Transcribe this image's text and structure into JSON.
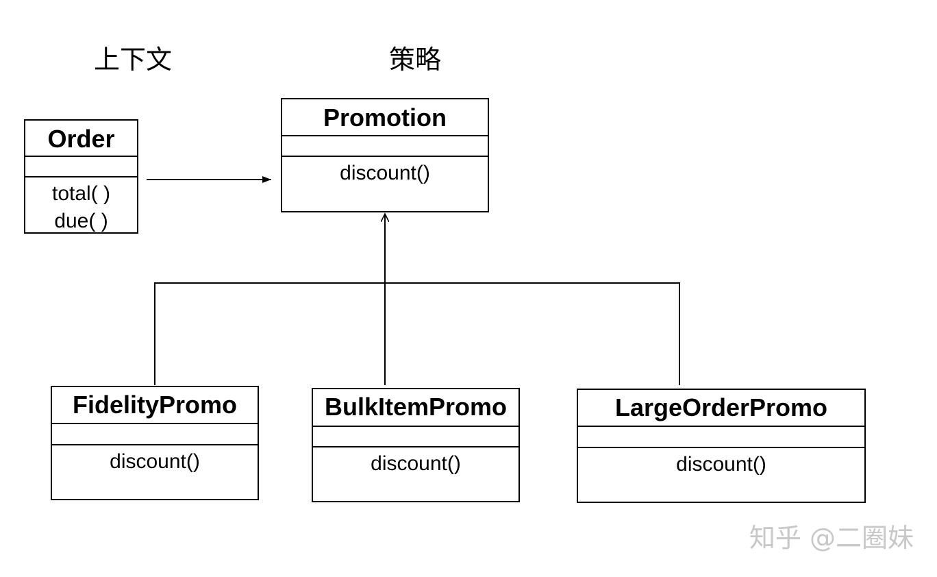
{
  "labels": {
    "context": "上下文",
    "strategy": "策略"
  },
  "classes": {
    "order": {
      "name": "Order",
      "methods": [
        "total( )",
        "due( )"
      ]
    },
    "promotion": {
      "name": "Promotion",
      "methods": [
        "discount()"
      ]
    },
    "fidelity": {
      "name": "FidelityPromo",
      "methods": [
        "discount()"
      ]
    },
    "bulkitem": {
      "name": "BulkItemPromo",
      "methods": [
        "discount()"
      ]
    },
    "largeorder": {
      "name": "LargeOrderPromo",
      "methods": [
        "discount()"
      ]
    }
  },
  "watermark": "知乎 @二圈妹"
}
